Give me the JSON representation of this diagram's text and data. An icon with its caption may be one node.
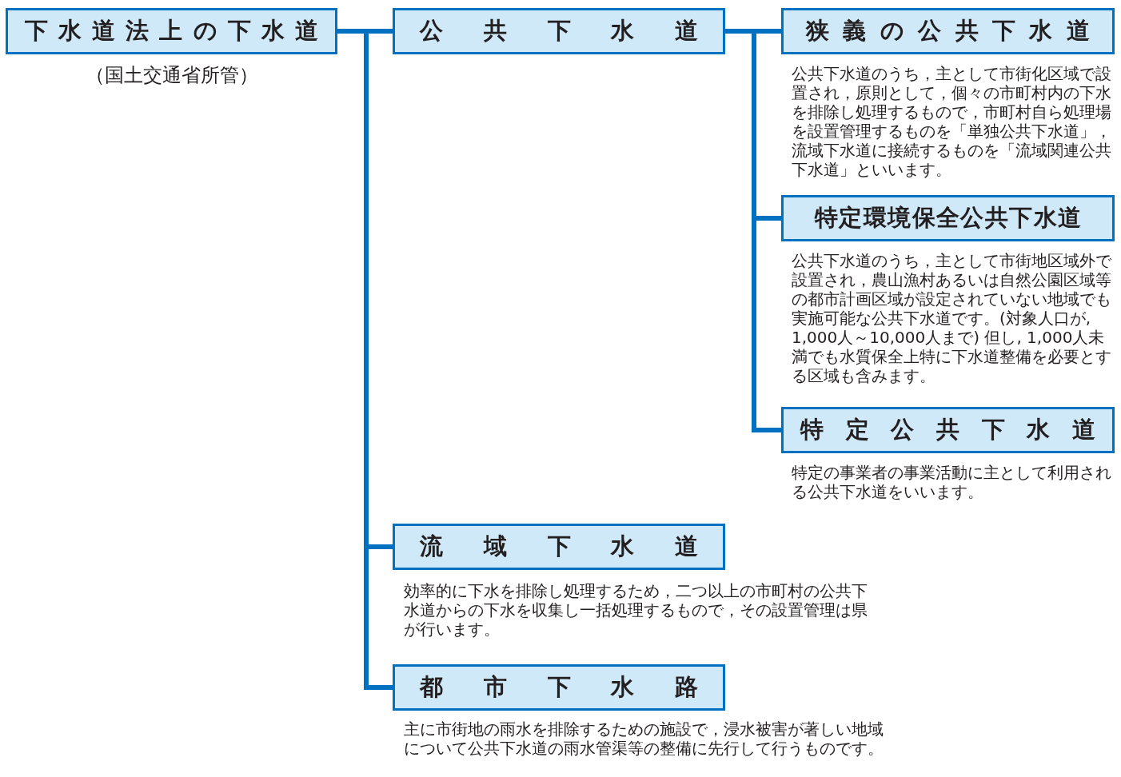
{
  "diagram": {
    "nodes": [
      {
        "text": [
          "下水道法上の下水道"
        ],
        "beside": [
          "（国土交通省所管）"
        ]
      },
      {
        "text": [
          "公共下水道"
        ]
      },
      {
        "text": [
          "狭義の公共下水道"
        ],
        "beside": [
          "公共下水道のうち，主として市街化区域で設置され，原則として，個々の市町村内の下水を排除し処理するもので，市町村自ら処理場を設置管理するものを「単独公共下水道」，流域下水道に接続するものを「流域関連公共下水道」といいます。"
        ]
      },
      {
        "text": [
          "特定環境保全公共下水道"
        ],
        "beside": [
          "公共下水道のうち，主として市街地区域外で設置され，農山漁村あるいは自然公園区域等の都市計画区域が設定されていない地域でも実施可能な公共下水道です。(対象人口が, 1,000人～10,000人まで) 但し, 1,000人未満でも水質保全上特に下水道整備を必要とする区域も含みます。"
        ]
      },
      {
        "text": [
          "特定公共下水道"
        ],
        "beside": [
          "特定の事業者の事業活動に主として利用される公共下水道をいいます。"
        ]
      },
      {
        "text": [
          "流域下水道"
        ],
        "beside": [
          "効率的に下水を排除し処理するため，二つ以上の市町村の公共下水道からの下水を収集し一括処理するもので，その設置管理は県が行います。"
        ]
      },
      {
        "text": [
          "都市下水路"
        ],
        "beside": [
          "主に市街地の雨水を排除するための施設で，浸水被害が著しい地域について公共下水道の雨水管渠等の整備に先行して行うものです。"
        ]
      }
    ],
    "edges": [
      {
        "from": 0,
        "to": 1,
        "arrow": "none"
      },
      {
        "from": 0,
        "to": 5,
        "arrow": "none"
      },
      {
        "from": 0,
        "to": 6,
        "arrow": "none"
      },
      {
        "from": 1,
        "to": 2,
        "arrow": "none"
      },
      {
        "from": 1,
        "to": 3,
        "arrow": "none"
      },
      {
        "from": 1,
        "to": 4,
        "arrow": "none"
      }
    ]
  }
}
